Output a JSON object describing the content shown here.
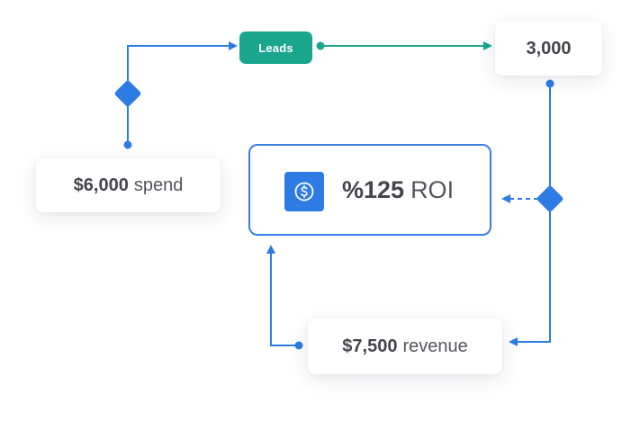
{
  "flow": {
    "leads_label": "Leads",
    "leads_count": "3,000",
    "spend": {
      "amount": "$6,000",
      "label": "spend"
    },
    "roi": {
      "value": "%125",
      "label": "ROI"
    },
    "revenue": {
      "amount": "$7,500",
      "label": "revenue"
    }
  },
  "colors": {
    "flow_blue": "#2f7be6",
    "leads_teal": "#1aa58f",
    "roi_border": "#3d7fe0"
  },
  "icons": {
    "roi": "dollar-coin-icon"
  }
}
